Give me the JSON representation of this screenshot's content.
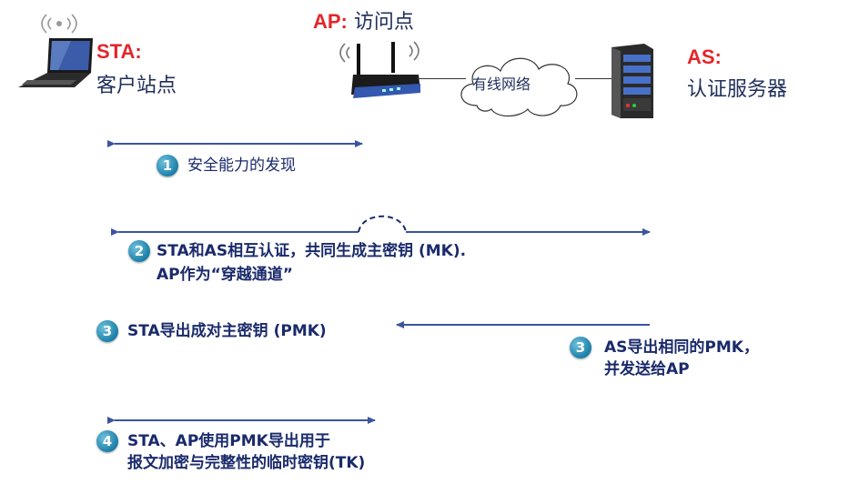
{
  "nodes": {
    "sta": {
      "label": "STA:",
      "desc": "客户站点"
    },
    "ap": {
      "label": "AP:",
      "desc": "访问点"
    },
    "as": {
      "label": "AS:",
      "desc": "认证服务器"
    },
    "network": {
      "label": "有线网络"
    }
  },
  "steps": [
    {
      "num": "1",
      "lines": [
        "安全能力的发现"
      ]
    },
    {
      "num": "2",
      "lines": [
        "STA和AS相互认证，共同生成主密钥 (MK).",
        "AP作为“穿越通道”"
      ]
    },
    {
      "num": "3",
      "lines": [
        "STA导出成对主密钥 (PMK)"
      ]
    },
    {
      "num": "3",
      "lines": [
        "AS导出相同的PMK，",
        "并发送给AP"
      ]
    },
    {
      "num": "4",
      "lines": [
        "STA、AP使用PMK导出用于",
        "报文加密与完整性的临时密钥(TK)"
      ]
    }
  ],
  "colors": {
    "accent": "#e3262a",
    "arrow": "#3a55a0",
    "text": "#1a2a6b",
    "badge": "#1b7fa8"
  },
  "icons": [
    "laptop-icon",
    "wireless-router-icon",
    "cloud-icon",
    "server-icon",
    "wifi-signal-icon"
  ]
}
